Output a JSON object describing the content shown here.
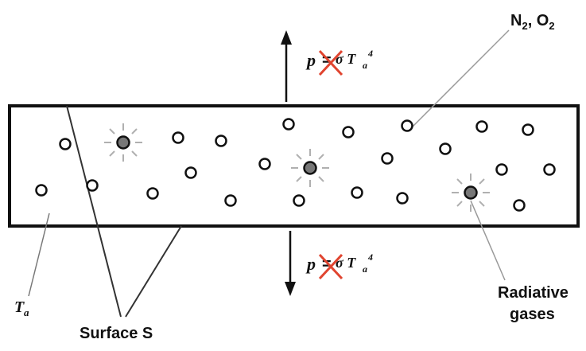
{
  "diagram": {
    "gas_label": "N",
    "gas_label_sub": "2",
    "gas_label_sep": ", O",
    "gas_label_sub2": "2",
    "top_eq_p": "p",
    "top_eq_eq": "=",
    "top_eq_rhs": "σ T",
    "top_eq_sub": "a",
    "top_eq_sup": "4",
    "bottom_eq_p": "p",
    "bottom_eq_eq": "=",
    "bottom_eq_rhs": "σ T",
    "bottom_eq_sub": "a",
    "bottom_eq_sup": "4",
    "radiative_line1": "Radiative",
    "radiative_line2": "gases",
    "ta_label": "T",
    "ta_sub": "a",
    "surface_label": "Surface S"
  },
  "colors": {
    "cross": "#e0442f",
    "radiative_fill": "#777777",
    "glow": "#b0b0b0",
    "stroke": "#111111"
  }
}
